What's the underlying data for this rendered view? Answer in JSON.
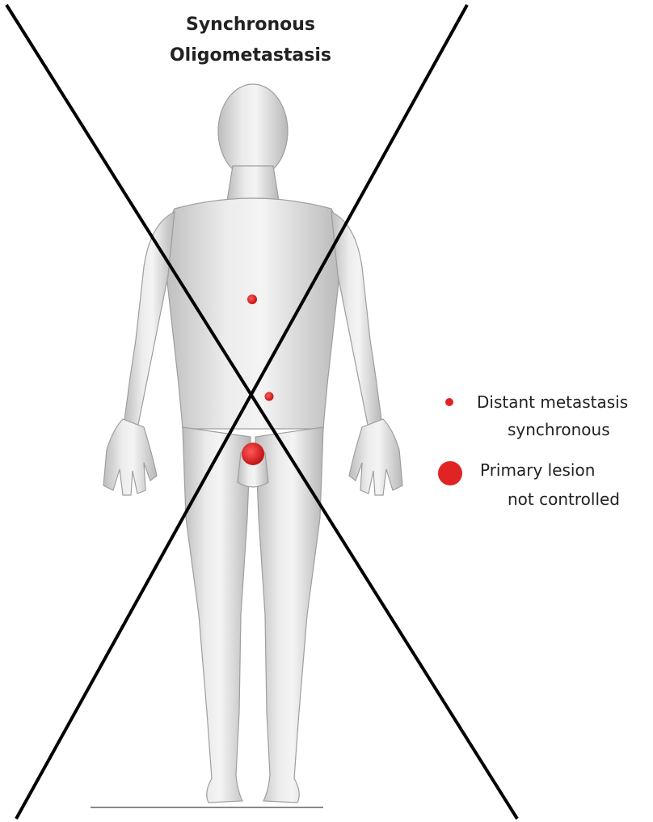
{
  "title": {
    "line1": "Synchronous",
    "line2": "Oligometastasis"
  },
  "legend": [
    {
      "line1": "Distant metastasis",
      "line2": "synchronous",
      "color": "#e02424"
    },
    {
      "line1": "Primary lesion",
      "line2": "not controlled",
      "color": "#e02424"
    }
  ],
  "colors": {
    "lesion": "#e02424",
    "cross": "#000000",
    "body": "#dcdcdc"
  }
}
